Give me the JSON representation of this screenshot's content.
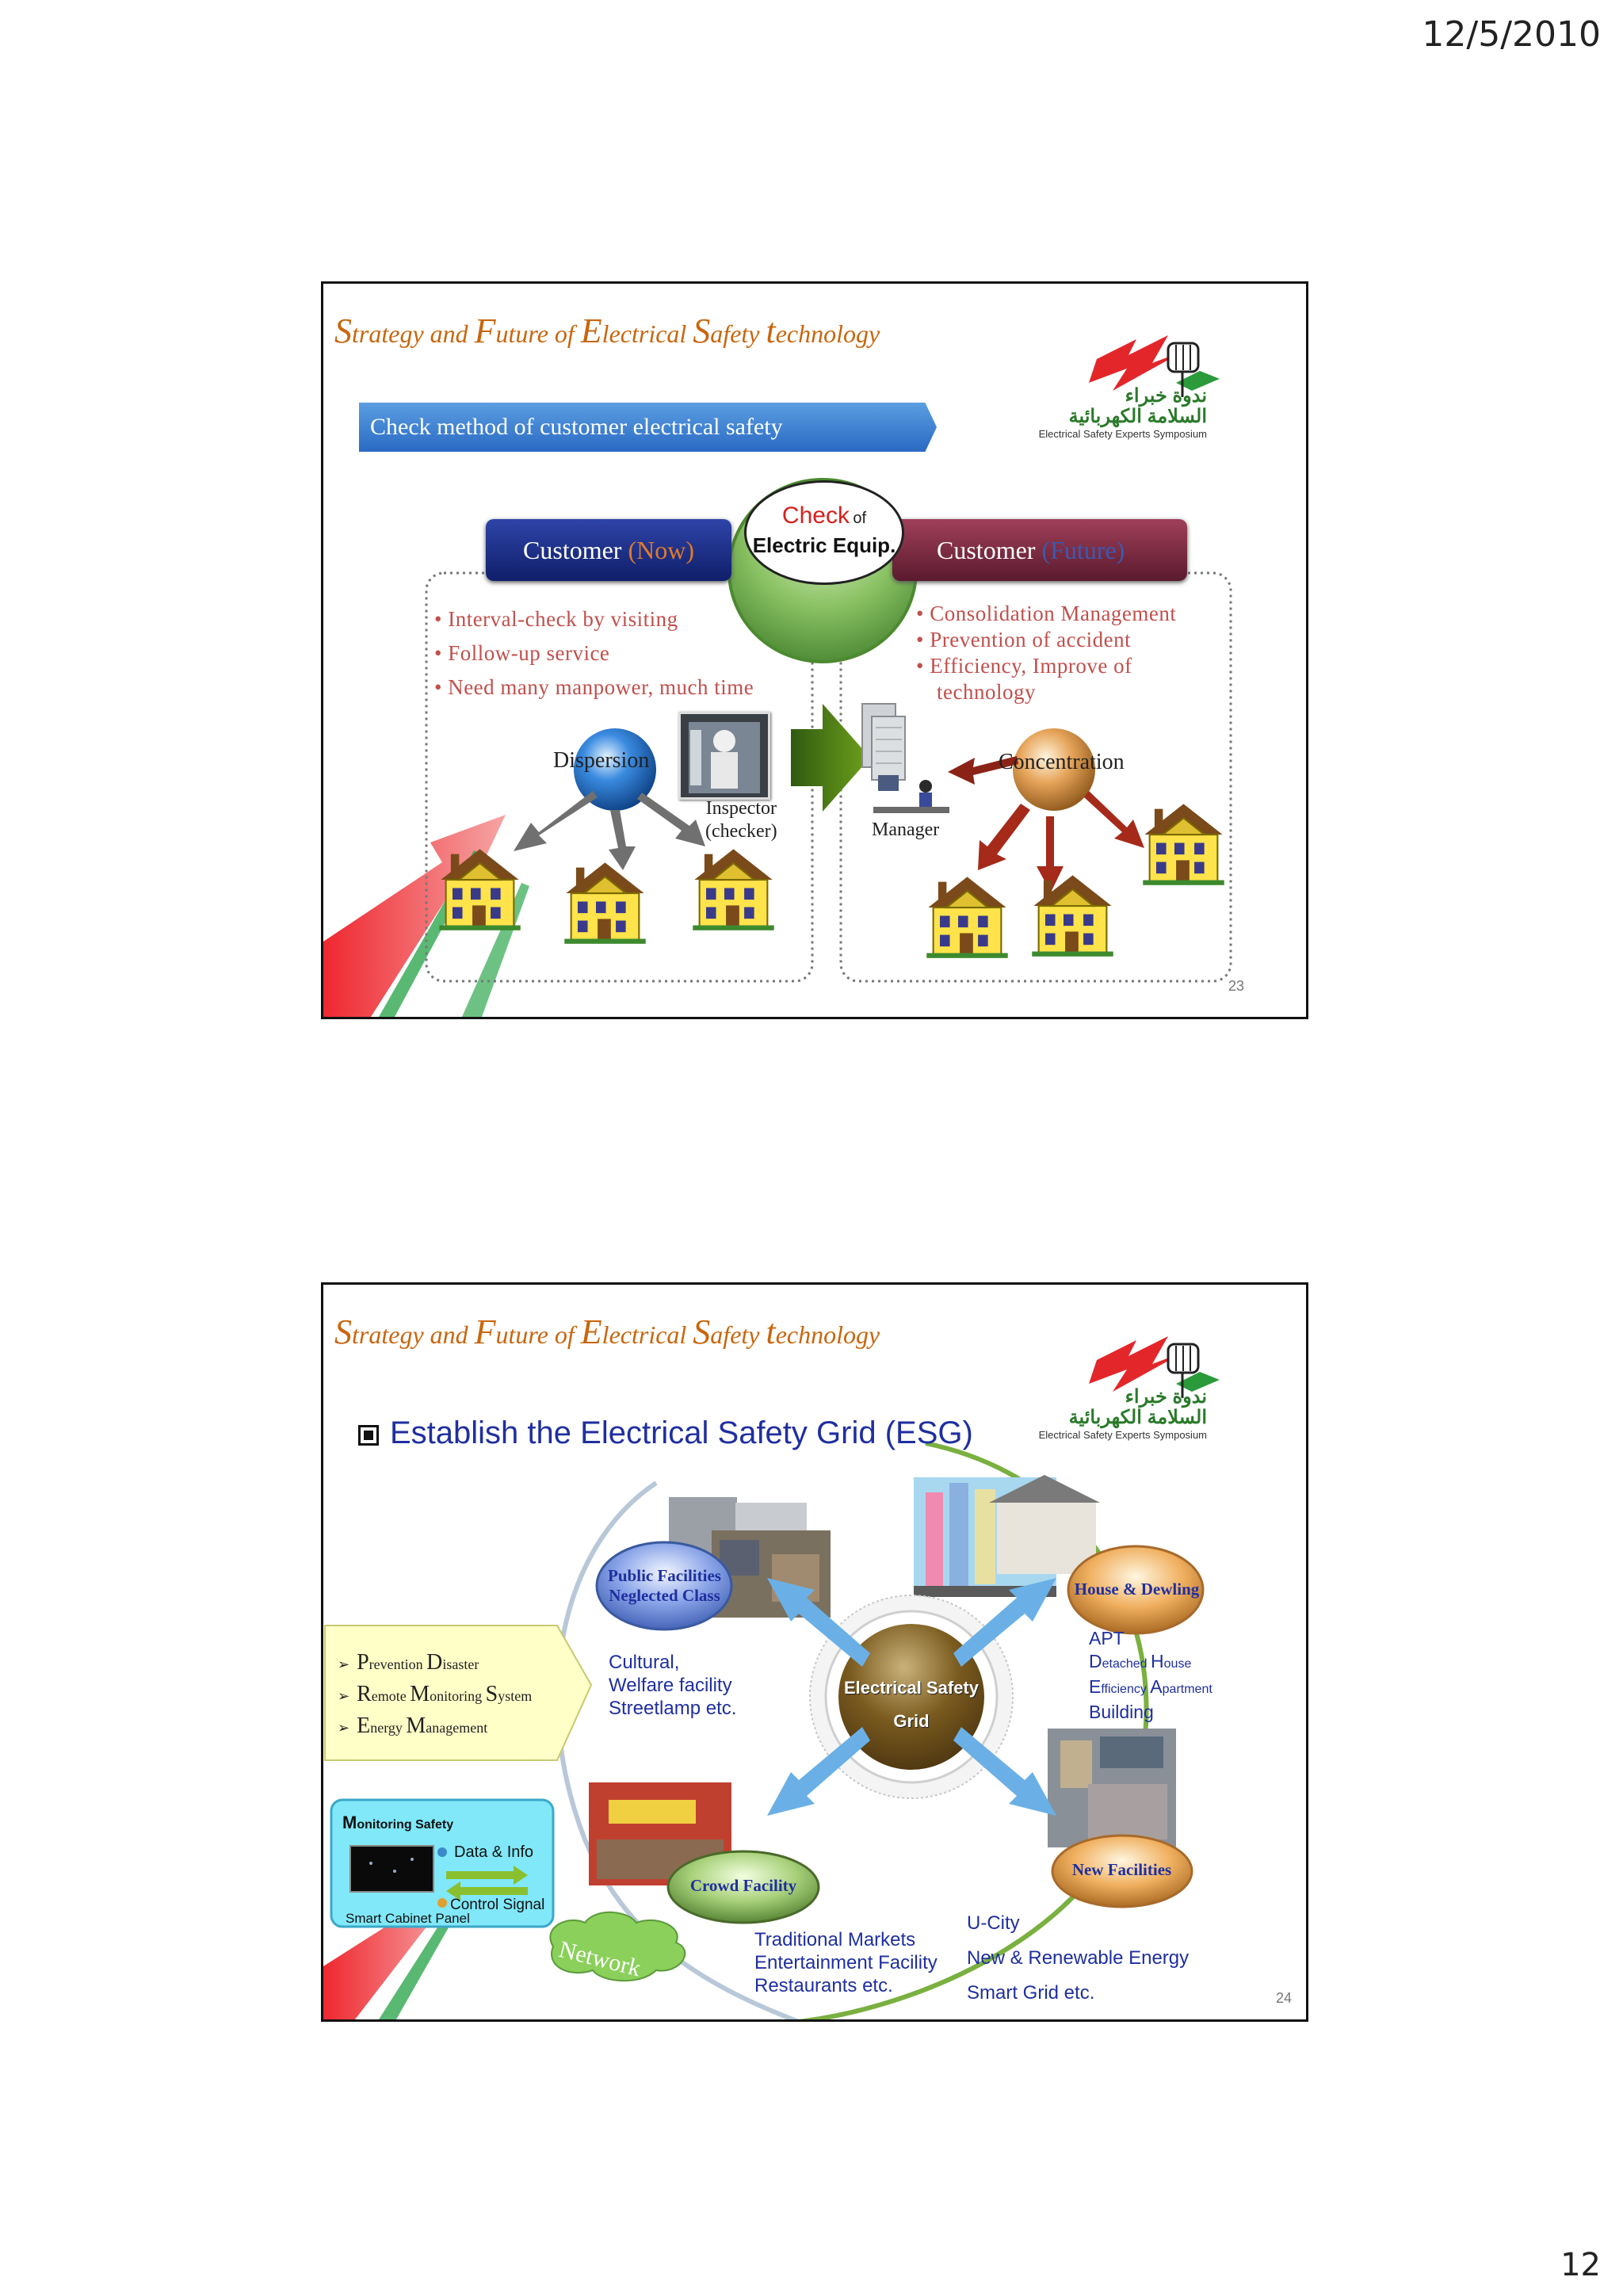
{
  "header": {
    "date": "12/5/2010"
  },
  "footer": {
    "page_number": "12"
  },
  "logo": {
    "arabic_line1": "ندوة خبراء",
    "arabic_line2": "السلامة الكهربائية",
    "english": "Electrical Safety Experts Symposium"
  },
  "slide1": {
    "title_parts": [
      {
        "cap": "S",
        "rest": "trategy and "
      },
      {
        "cap": "F",
        "rest": "uture of "
      },
      {
        "cap": "E",
        "rest": "lectrical "
      },
      {
        "cap": "S",
        "rest": "afety "
      },
      {
        "cap": "t",
        "rest": "echnology"
      }
    ],
    "section_label": "Check method of customer electrical safety",
    "now_box": {
      "label": "Customer ",
      "tag": "(Now)"
    },
    "future_box": {
      "label": "Customer ",
      "tag": "(Future)"
    },
    "center_circle": {
      "check": "Check",
      "of": "of",
      "equip": "Electric Equip."
    },
    "now_bullets": [
      "Interval-check by visiting",
      "Follow-up service",
      "Need many manpower, much time"
    ],
    "future_bullets": [
      "Consolidation Management",
      "Prevention of accident",
      "Efficiency, Improve of technology"
    ],
    "dispersion_label": "Dispersion",
    "concentration_label": "Concentration",
    "inspector_label_1": "Inspector",
    "inspector_label_2": "(checker)",
    "manager_label": "Manager",
    "slide_number": "23"
  },
  "slide2": {
    "title_parts": [
      {
        "cap": "S",
        "rest": "trategy and "
      },
      {
        "cap": "F",
        "rest": "uture of "
      },
      {
        "cap": "E",
        "rest": "lectrical "
      },
      {
        "cap": "S",
        "rest": "afety "
      },
      {
        "cap": "t",
        "rest": "echnology"
      }
    ],
    "heading": "Establish the Electrical Safety Grid (ESG)",
    "left_items": [
      {
        "cap1": "P",
        "rest1": "revention ",
        "cap2": "D",
        "rest2": "isaster"
      },
      {
        "cap1": "R",
        "rest1": "emote ",
        "cap2": "M",
        "rest2": "onitoring ",
        "cap3": "S",
        "rest3": "ystem"
      },
      {
        "cap1": "E",
        "rest1": "nergy ",
        "cap2": "M",
        "rest2": "anagement"
      }
    ],
    "monitoring": {
      "title_cap": "M",
      "title_rest": "onitoring  Safety",
      "data_info": "Data & Info",
      "control_signal": "Control Signal",
      "smart_panel": "Smart Cabinet Panel"
    },
    "network_label": "Network",
    "center_line1": "Electrical Safety",
    "center_line2": "Grid",
    "public_label_1": "Public Facilities",
    "public_label_2": "Neglected Class",
    "public_desc": [
      "Cultural,",
      "Welfare facility",
      "Streetlamp etc."
    ],
    "house_label": "House & Dewling",
    "house_desc": [
      "APT"
    ],
    "house_desc_detached": {
      "cap1": "D",
      "rest1": "etached ",
      "cap2": "H",
      "rest2": "ouse"
    },
    "house_desc_efficiency": {
      "cap1": "E",
      "rest1": "fficiency ",
      "cap2": "A",
      "rest2": "partment"
    },
    "house_desc_building": "Building",
    "crowd_label": "Crowd Facility",
    "crowd_desc": [
      "Traditional Markets",
      "Entertainment Facility",
      "Restaurants etc."
    ],
    "new_label": "New Facilities",
    "new_desc": [
      "U-City",
      "New & Renewable Energy",
      "Smart Grid etc."
    ],
    "slide_number": "24"
  }
}
